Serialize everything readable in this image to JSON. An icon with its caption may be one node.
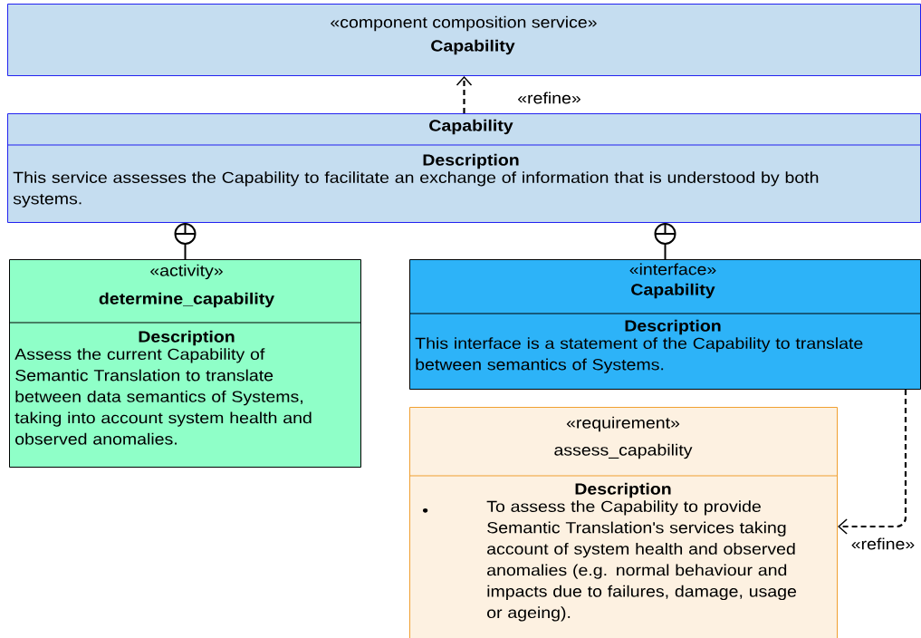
{
  "diagram": {
    "nodes": [
      {
        "text": [
          "«component composition service»",
          "Capability"
        ]
      },
      {
        "text": [
          "Capability",
          "Description",
          "This service assesses the Capability to facilitate an exchange of information that is understood by both systems."
        ]
      },
      {
        "text": [
          "«activity»",
          "determine_capability",
          "Description",
          "Assess the current Capability of Semantic Translation to translate between data semantics of Systems, taking into account system health and observed anomalies."
        ]
      },
      {
        "text": [
          "«interface»",
          "Capability",
          "Description",
          "This interface is a statement of the Capability to translate between semantics of Systems."
        ]
      },
      {
        "text": [
          "«requirement»",
          "assess_capability",
          "Description",
          "•",
          "To assess the Capability to provide Semantic Translation's services taking account of system health and observed anomalies (e.g. normal behaviour and impacts due to failures, damage, usage or ageing)."
        ]
      }
    ],
    "edges": [
      {
        "from": 1,
        "to": 0,
        "arrow": "to",
        "label": "«refine»",
        "style": "dashed"
      },
      {
        "from": 1,
        "to": 2,
        "arrow": "other"
      },
      {
        "from": 1,
        "to": 3,
        "arrow": "other"
      },
      {
        "from": 3,
        "to": 4,
        "arrow": "to",
        "label": "«refine»",
        "style": "dashed"
      }
    ]
  }
}
